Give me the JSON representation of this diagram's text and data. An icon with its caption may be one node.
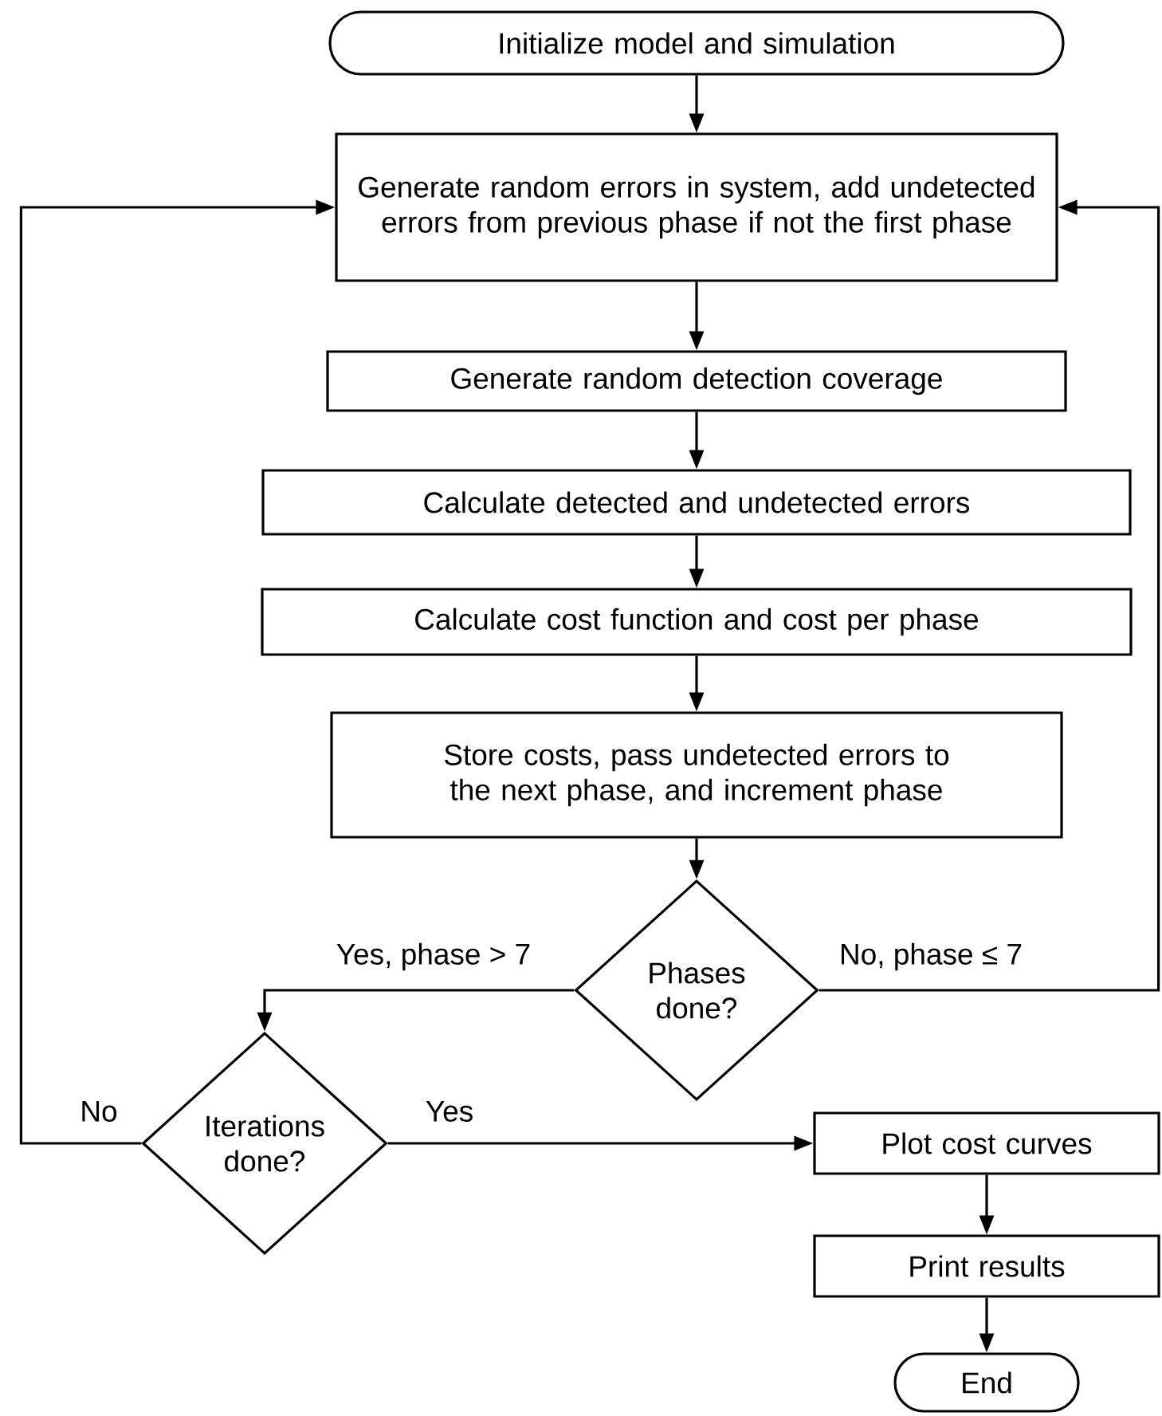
{
  "diagram": {
    "nodes": [
      {
        "text": [
          "Initialize model  and simulation"
        ]
      },
      {
        "text": [
          "Generate random errors in system, add undetected errors from previous phase if not the first phase"
        ]
      },
      {
        "text": [
          "Generate random detection coverage"
        ]
      },
      {
        "text": [
          "Calculate detected and undetected errors"
        ]
      },
      {
        "text": [
          "Calculate cost function and cost per phase"
        ]
      },
      {
        "text": [
          "Store costs, pass undetected errors to the next phase, and increment phase"
        ]
      },
      {
        "text": [
          "Phases done?"
        ]
      },
      {
        "text": [
          "Iterations done?"
        ]
      },
      {
        "text": [
          "Plot cost curves"
        ]
      },
      {
        "text": [
          "Print results"
        ]
      },
      {
        "text": [
          "End"
        ]
      }
    ],
    "edges": [
      {
        "from": 0,
        "to": 1,
        "arrow": "to"
      },
      {
        "from": 1,
        "to": 2,
        "arrow": "to"
      },
      {
        "from": 2,
        "to": 3,
        "arrow": "to"
      },
      {
        "from": 3,
        "to": 4,
        "arrow": "to"
      },
      {
        "from": 4,
        "to": 5,
        "arrow": "to"
      },
      {
        "from": 5,
        "to": 6,
        "arrow": "to"
      },
      {
        "from": 6,
        "to": 7,
        "arrow": "to",
        "label": "Yes, phase > 7"
      },
      {
        "from": 6,
        "to": 1,
        "arrow": "to",
        "label": "No, phase ≤ 7"
      },
      {
        "from": 7,
        "to": 1,
        "arrow": "to",
        "label": "No"
      },
      {
        "from": 7,
        "to": 8,
        "arrow": "to",
        "label": "Yes"
      },
      {
        "from": 8,
        "to": 9,
        "arrow": "to"
      },
      {
        "from": 9,
        "to": 10,
        "arrow": "to"
      }
    ]
  }
}
